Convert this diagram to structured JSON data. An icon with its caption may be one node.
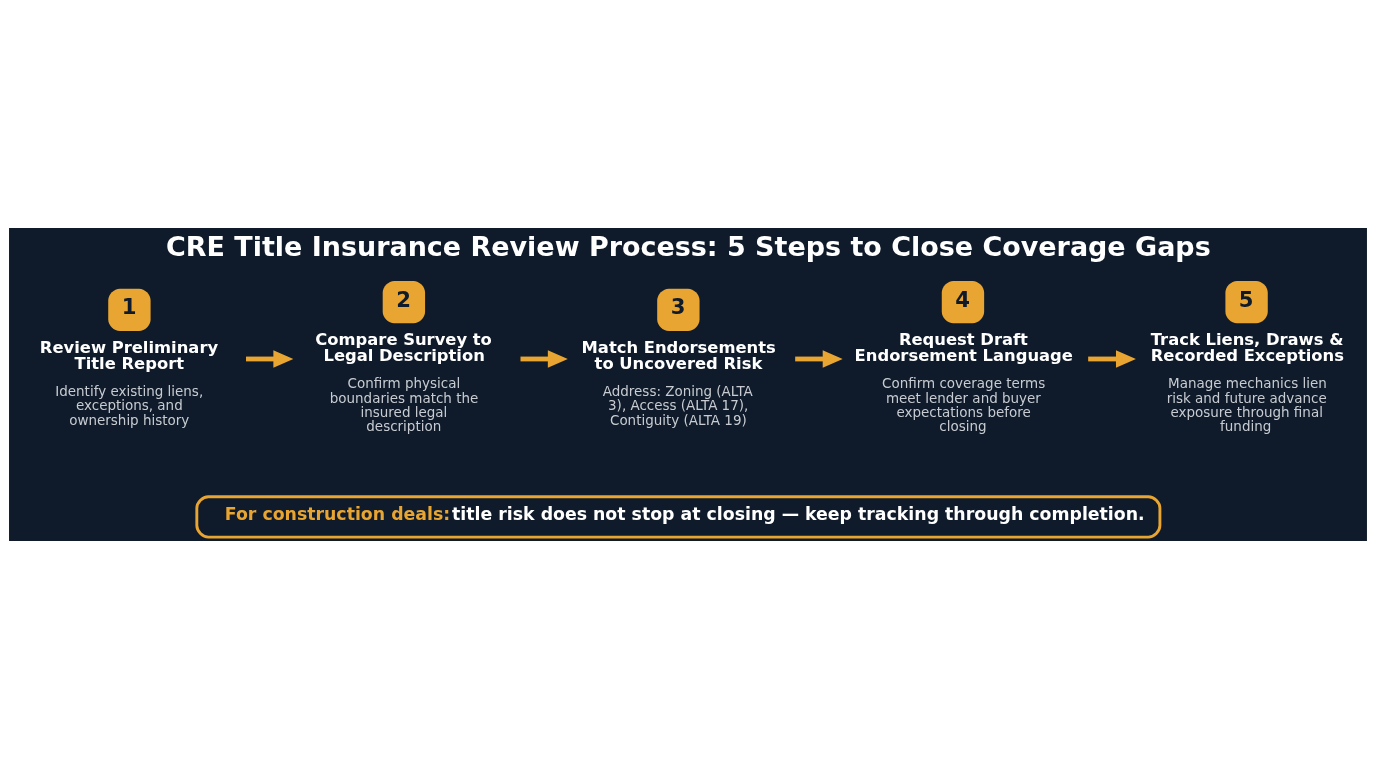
{
  "diagram": {
    "title": "CRE Title Insurance Review Process: 5 Steps to Close Coverage Gaps",
    "nodes": [
      {
        "text": [
          "1",
          "Review Preliminary Title Report",
          "Identify existing liens, exceptions, and ownership history"
        ]
      },
      {
        "text": [
          "2",
          "Compare Survey to Legal Description",
          "Confirm physical boundaries match the insured legal description"
        ]
      },
      {
        "text": [
          "3",
          "Match Endorsements to Uncovered Risk",
          "Address: Zoning (ALTA 3), Access (ALTA 17), Contiguity (ALTA 19)"
        ]
      },
      {
        "text": [
          "4",
          "Request Draft Endorsement Language",
          "Confirm coverage terms meet lender and buyer expectations before closing"
        ]
      },
      {
        "text": [
          "5",
          "Track Liens, Draws & Recorded Exceptions",
          "Manage mechanics lien risk and future advance exposure through final funding"
        ]
      },
      {
        "text": [
          "For construction deals:",
          "title risk does not stop at closing — keep tracking through completion."
        ]
      }
    ],
    "edges": [
      {
        "from": 0,
        "to": 1,
        "arrow": "to"
      },
      {
        "from": 1,
        "to": 2,
        "arrow": "to"
      },
      {
        "from": 2,
        "to": 3,
        "arrow": "to"
      },
      {
        "from": 3,
        "to": 4,
        "arrow": "to"
      }
    ]
  }
}
